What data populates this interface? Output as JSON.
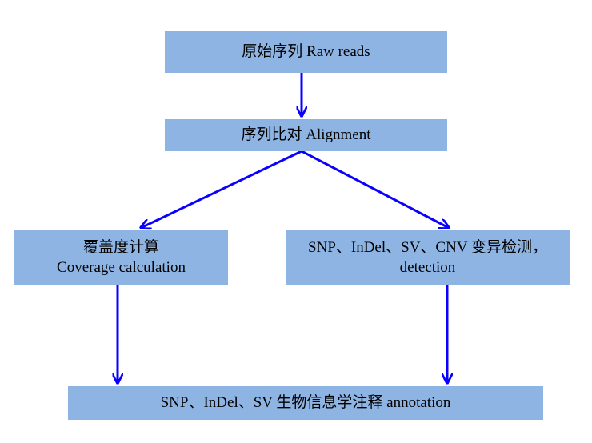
{
  "colors": {
    "box_fill": "#8EB4E3",
    "arrow": "#0A00FF",
    "text": "#000000"
  },
  "nodes": {
    "raw_reads": {
      "line1": "原始序列  Raw reads"
    },
    "alignment": {
      "line1": "序列比对  Alignment"
    },
    "coverage": {
      "line1": "覆盖度计算",
      "line2": "Coverage calculation"
    },
    "variant": {
      "line1": "SNP、InDel、SV、CNV 变异检测，",
      "line2": "detection"
    },
    "annotation": {
      "line1": "SNP、InDel、SV 生物信息学注释  annotation"
    }
  },
  "edges": [
    {
      "from": "raw_reads",
      "to": "alignment"
    },
    {
      "from": "alignment",
      "to": "coverage"
    },
    {
      "from": "alignment",
      "to": "variant"
    },
    {
      "from": "coverage",
      "to": "annotation"
    },
    {
      "from": "variant",
      "to": "annotation"
    }
  ]
}
